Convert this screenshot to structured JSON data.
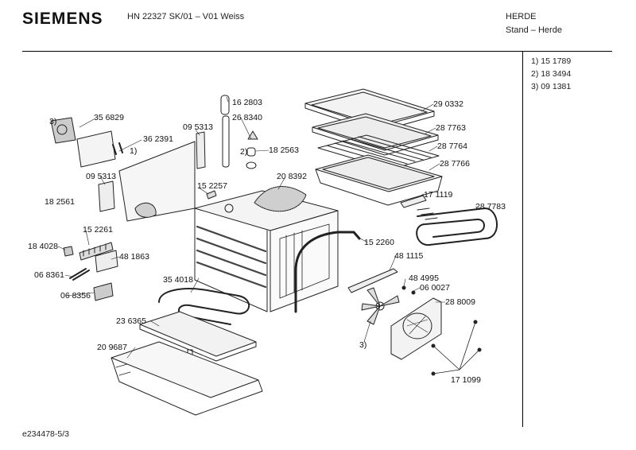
{
  "header": {
    "brand": "SIEMENS",
    "model": "HN 22327 SK/01 – V01 Weiss",
    "category": "HERDE",
    "subcategory": "Stand – Herde"
  },
  "notes": [
    "1)  15 1789",
    "2)  18 3494",
    "3)  09 1381"
  ],
  "footer": {
    "doc_id": "e234478-5/3"
  },
  "parts": {
    "p356829": "35 6829",
    "m3a": "3)",
    "m1": "1)",
    "p362391": "36 2391",
    "p095313a": "09 5313",
    "p162803": "16 2803",
    "p268340": "26 8340",
    "m2": "2)",
    "p182563": "18 2563",
    "p290332": "29 0332",
    "p287763": "28 7763",
    "p287764": "28 7764",
    "p287766": "28 7766",
    "p095313b": "09 5313",
    "p208392": "20 8392",
    "p182561": "18 2561",
    "p152257": "15 2257",
    "p171119": "17 1119",
    "p287783": "28 7783",
    "p152261": "15 2261",
    "p184028": "18 4028",
    "p481863": "48 1863",
    "p152260": "15 2260",
    "p481115": "48 1115",
    "p068361": "06 8361",
    "p354018": "35 4018",
    "p484995": "48 4995",
    "p060027": "06 0027",
    "p068356": "06 8356",
    "p288009": "28 8009",
    "p236365": "23 6365",
    "m3b": "3)",
    "p209687": "20 9687",
    "p171099": "17 1099"
  }
}
